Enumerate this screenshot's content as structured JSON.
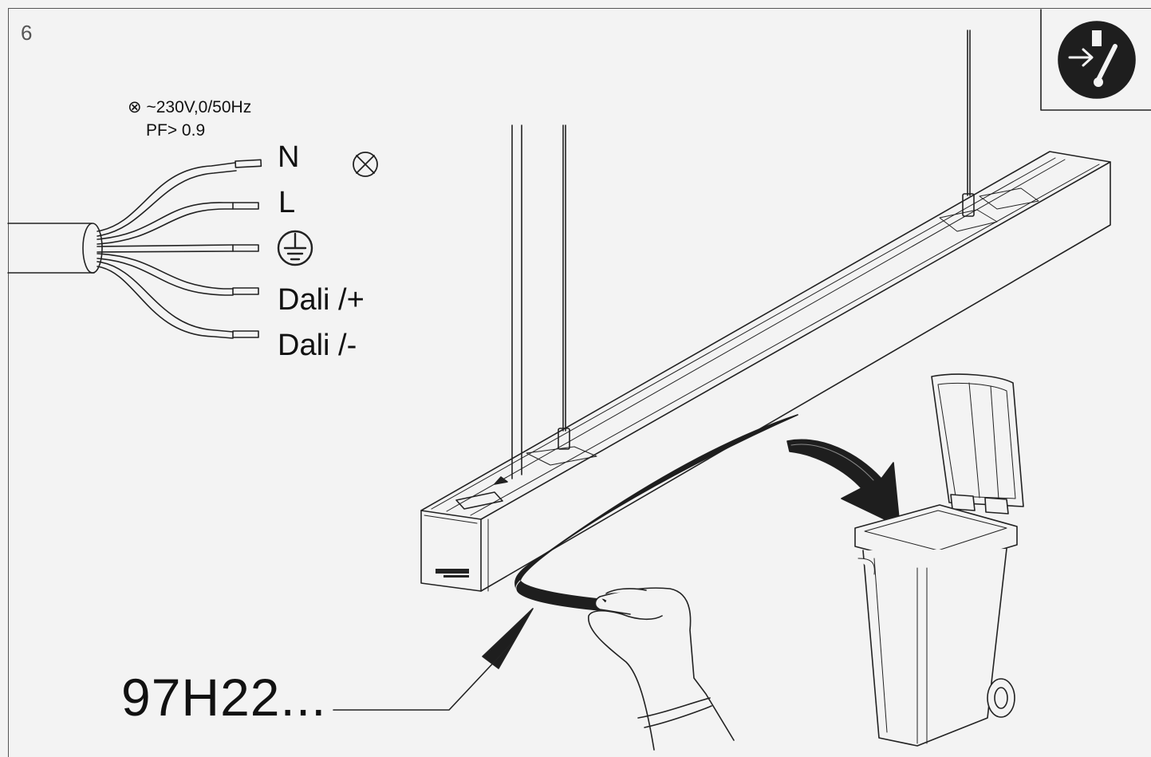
{
  "page": {
    "number": "6"
  },
  "supply": {
    "symbol": "⊗",
    "voltage": "~230V,0/50Hz",
    "power_factor": "PF> 0.9"
  },
  "wires": [
    {
      "label": "N"
    },
    {
      "label": "L"
    },
    {
      "label": "earth",
      "icon": "earth-ground-icon"
    },
    {
      "label": "Dali /+"
    },
    {
      "label": "Dali /-"
    }
  ],
  "lamp_symbol": "⊗",
  "product_code": "97H22...",
  "warning_icon": "disconnect-power-icon",
  "illustrations": [
    "linear-pendant-luminaire",
    "peel-protective-film",
    "hand",
    "waste-bin",
    "curved-arrow",
    "pointer-arrow"
  ],
  "colors": {
    "line": "#222222",
    "background": "#f3f3f3",
    "fill_dark": "#1e1e1e"
  }
}
